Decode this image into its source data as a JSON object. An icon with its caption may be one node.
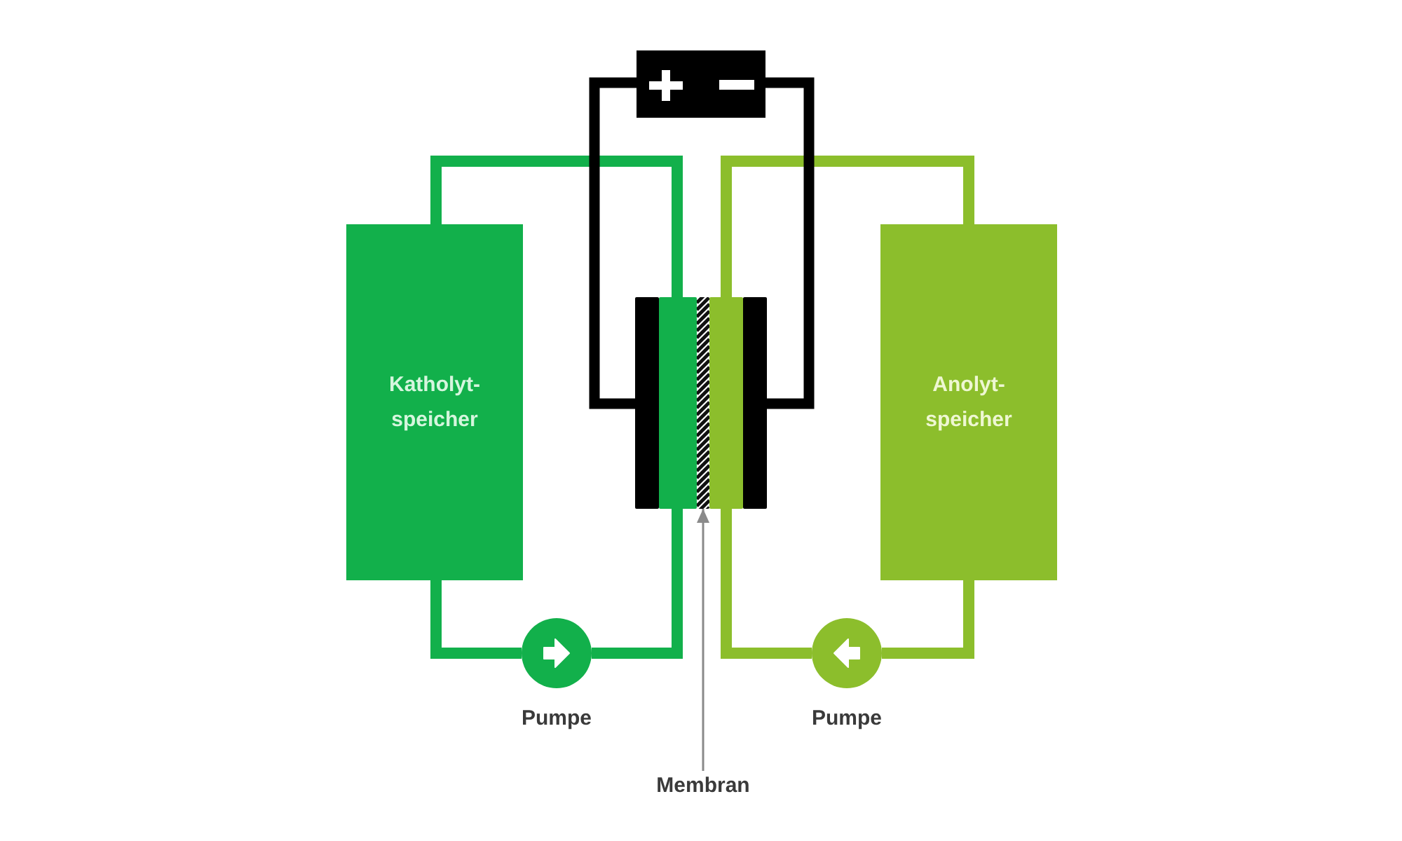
{
  "diagram": {
    "nodes": [
      {
        "text": [],
        "shape": "box"
      },
      {
        "text": [
          "Katholyt- speicher"
        ]
      },
      {
        "text": [],
        "shape": "box"
      },
      {
        "text": [],
        "shape": "bar",
        "in": 2
      },
      {
        "text": [],
        "shape": "bar",
        "in": 2
      },
      {
        "text": [],
        "shape": "bar",
        "in": 2
      },
      {
        "text": [],
        "shape": "bar",
        "in": 2
      },
      {
        "text": [],
        "shape": "bar",
        "in": 2
      },
      {
        "text": [
          "Anolyt- speicher"
        ]
      },
      {
        "text": [],
        "shape": "circle",
        "beside": [
          "Pumpe"
        ]
      },
      {
        "text": [],
        "shape": "circle",
        "beside": [
          "Pumpe"
        ]
      },
      {
        "text": [
          "Membran"
        ]
      }
    ],
    "edges": [
      {
        "from": 4,
        "to": 1,
        "arrow": "none",
        "color": "#12b04b"
      },
      {
        "from": 1,
        "to": 9,
        "arrow": "none",
        "color": "#12b04b"
      },
      {
        "from": 9,
        "to": 4,
        "arrow": "none",
        "color": "#12b04b"
      },
      {
        "from": 6,
        "to": 8,
        "arrow": "none",
        "color": "#8cbe2c"
      },
      {
        "from": 8,
        "to": 10,
        "arrow": "none",
        "color": "#8cbe2c"
      },
      {
        "from": 10,
        "to": 6,
        "arrow": "none",
        "color": "#8cbe2c"
      },
      {
        "from": 0,
        "to": 3,
        "arrow": "none",
        "color": "#000000"
      },
      {
        "from": 0,
        "to": 7,
        "arrow": "none",
        "color": "#000000"
      },
      {
        "from": 11,
        "to": 5,
        "arrow": "to",
        "color": "#8a8a8a"
      }
    ]
  }
}
